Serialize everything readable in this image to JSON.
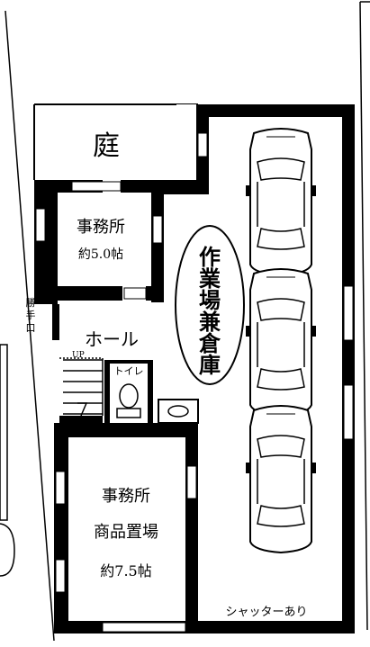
{
  "rooms": {
    "garden": "庭",
    "office_small": {
      "name": "事務所",
      "size": "約5.0帖"
    },
    "hall": "ホール",
    "toilet": "トイレ",
    "office_large": {
      "name": "事務所",
      "subname": "商品置場",
      "size": "約7.5帖"
    },
    "workshop": {
      "chars": [
        "作",
        "業",
        "場",
        "兼",
        "倉",
        "庫"
      ]
    }
  },
  "labels": {
    "side_door": [
      "勝",
      "手",
      "口"
    ],
    "stairs_up": "UP",
    "shutter": "シャッターあり"
  },
  "icons": {
    "car": "car-icon",
    "toilet": "toilet-icon",
    "sink": "sink-icon",
    "stairs": "stairs-icon"
  },
  "colors": {
    "wall": "#000000",
    "background": "#ffffff"
  }
}
